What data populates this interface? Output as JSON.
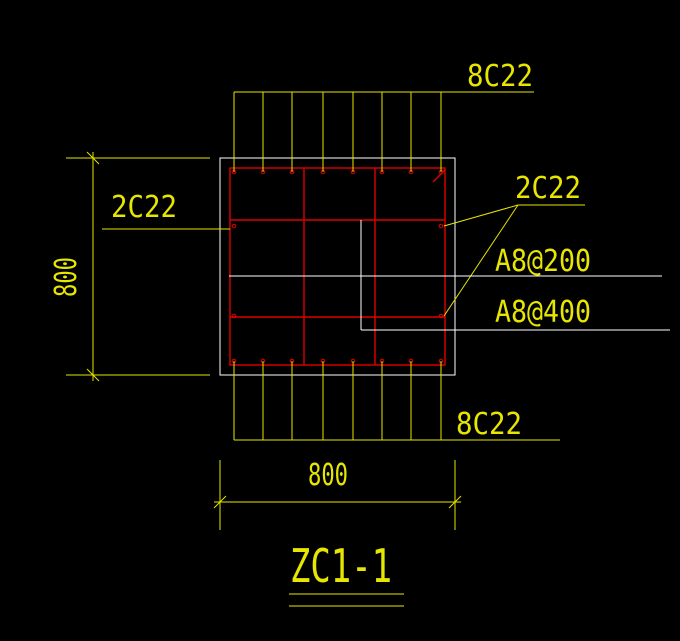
{
  "colors": {
    "background": "#000000",
    "annotation": "#e6e600",
    "outline": "#ffffff",
    "rebar": "#e00000"
  },
  "labels": {
    "top_bars": "8C22",
    "bottom_bars": "8C22",
    "left_side_bars": "2C22",
    "right_side_bars": "2C22",
    "stirrup_200": "A8@200",
    "stirrup_400": "A8@400",
    "height_dim": "800",
    "width_dim": "800",
    "section_title": "ZC1-1"
  }
}
